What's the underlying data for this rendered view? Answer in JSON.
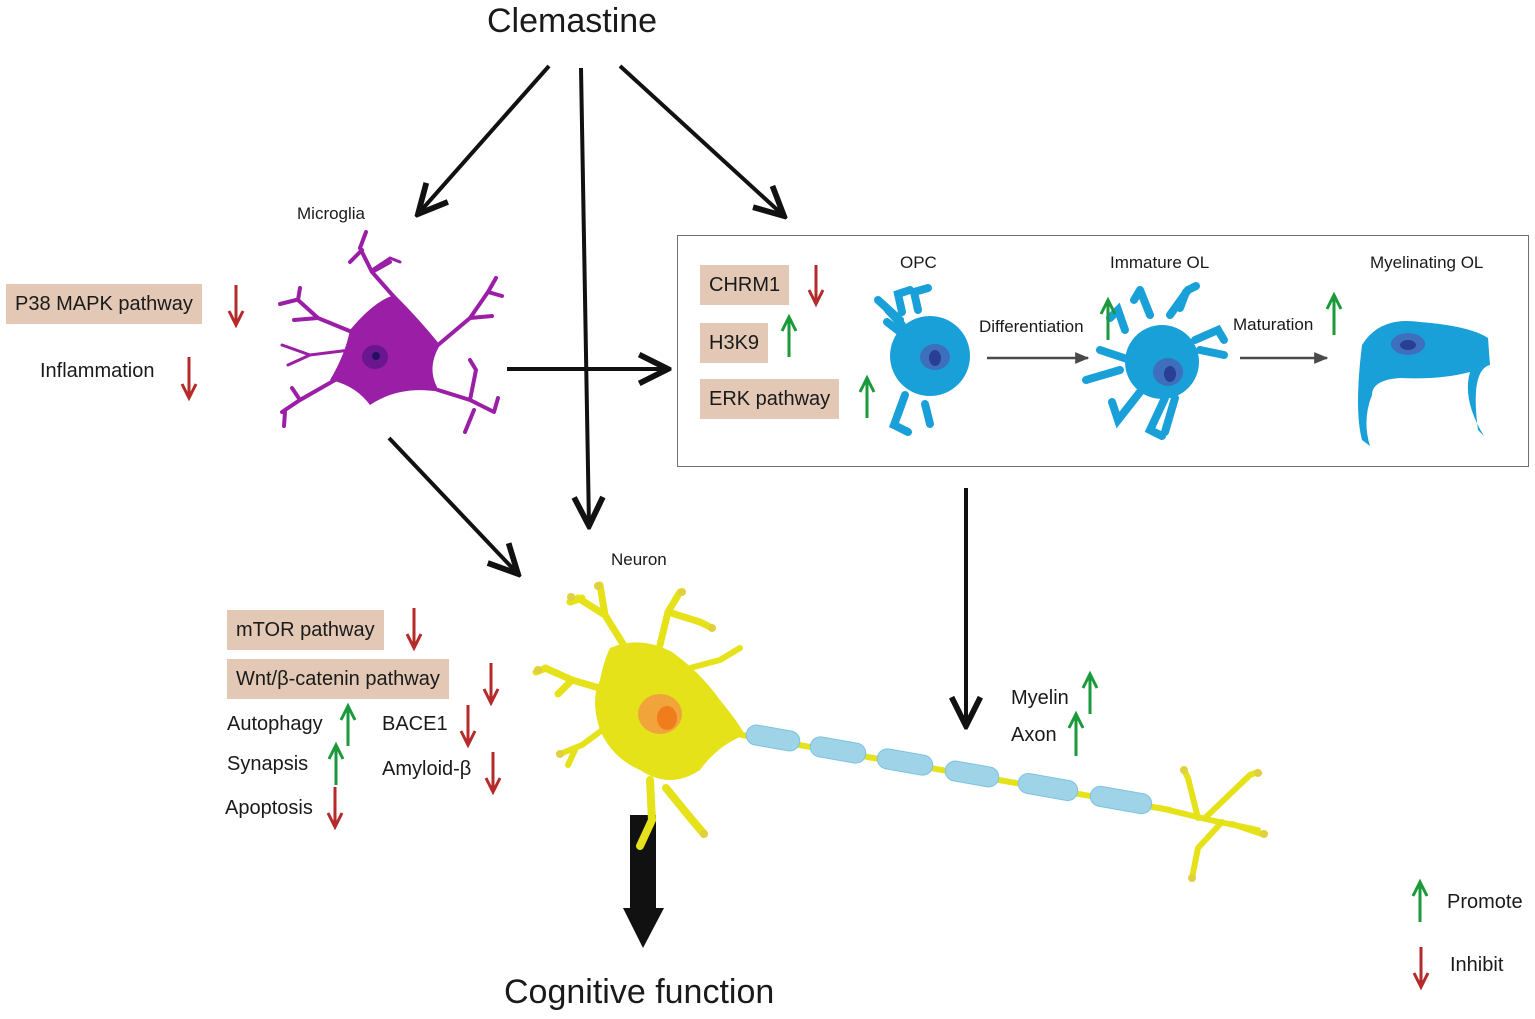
{
  "title": "Clemastine",
  "outcome": "Cognitive function",
  "cells": {
    "microglia": "Microglia",
    "neuron": "Neuron",
    "opc": "OPC",
    "immature_ol": "Immature OL",
    "myelinating_ol": "Myelinating OL"
  },
  "microglia_effects": {
    "p38": "P38 MAPK pathway",
    "inflammation": "Inflammation"
  },
  "ol_effects": {
    "chrm1": "CHRM1",
    "h3k9": "H3K9",
    "erk": "ERK pathway"
  },
  "ol_steps": {
    "differentiation": "Differentiation",
    "maturation": "Maturation"
  },
  "neuron_effects": {
    "mtor": "mTOR pathway",
    "wnt": "Wnt/β-catenin pathway",
    "autophagy": "Autophagy",
    "bace1": "BACE1",
    "synapsis": "Synapsis",
    "amyloid": "Amyloid-β",
    "apoptosis": "Apoptosis"
  },
  "myelin_effects": {
    "myelin": "Myelin",
    "axon": "Axon"
  },
  "legend": {
    "promote": "Promote",
    "inhibit": "Inhibit"
  },
  "colors": {
    "promote": "#1a9a3a",
    "inhibit": "#b52a2a",
    "box": "#e2c8b5",
    "microglia": "#9b1fa6",
    "oligodendrocyte": "#1aa0d8",
    "neuron": "#e6e21a",
    "myelin_sheath": "#9fd4e8"
  }
}
